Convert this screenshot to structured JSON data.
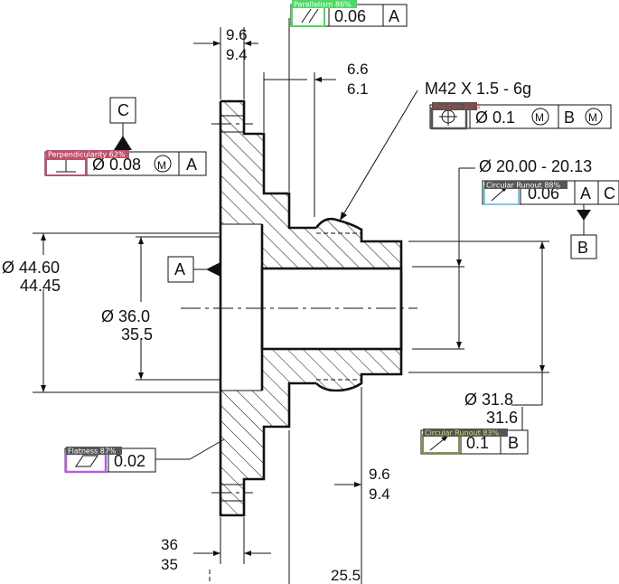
{
  "dimensions": {
    "top_thickness": [
      "9.6",
      "9.4"
    ],
    "shoulder": [
      "6.6",
      "6.1"
    ],
    "thread": "M42  X  1.5 - 6g",
    "pilot_diameter": "Ø 20.00 - 20.13",
    "flange_diameter": [
      "Ø 44.60",
      "44.45"
    ],
    "bore_diameter": [
      "Ø 36.0",
      "35.5"
    ],
    "hub_diameter": [
      "Ø 31.8",
      "31.6"
    ],
    "bottom_thickness": [
      "9.6",
      "9.4"
    ],
    "flange_width": [
      "36",
      "35"
    ],
    "overall_length": "25.5"
  },
  "datums": {
    "a": "A",
    "b": "B",
    "c": "C"
  },
  "feature_controls": {
    "parallelism": {
      "tolerance": "0.06",
      "datum": "A"
    },
    "perpendicularity": {
      "tolerance": "Ø 0.08",
      "modifier": "M",
      "datum": "A"
    },
    "position": {
      "tolerance": "Ø 0.1",
      "modifier": "M",
      "datum": "B",
      "datum_modifier": "M"
    },
    "circular_runout_1": {
      "tolerance": "0.06",
      "datum": "A",
      "datum2": "C"
    },
    "circular_runout_2": {
      "tolerance": "0.1",
      "datum": "B"
    },
    "flatness": {
      "tolerance": "0.02"
    }
  },
  "detections": {
    "parallelism": "Parallelism 86%",
    "perpendicularity": "Perpendicularity 62%",
    "position": "Position 93%",
    "circular_runout_1": "Circular Runout 88%",
    "circular_runout_2": "Circular Runout 83%",
    "flatness": "Flatness 87%"
  },
  "colors": {
    "parallelism": "#4cd964",
    "perpendicularity": "#c0506a",
    "position": "#555555",
    "circular_runout_1": "#7ec8e8",
    "circular_runout_2": "#8c8c50",
    "flatness": "#b060e0"
  }
}
